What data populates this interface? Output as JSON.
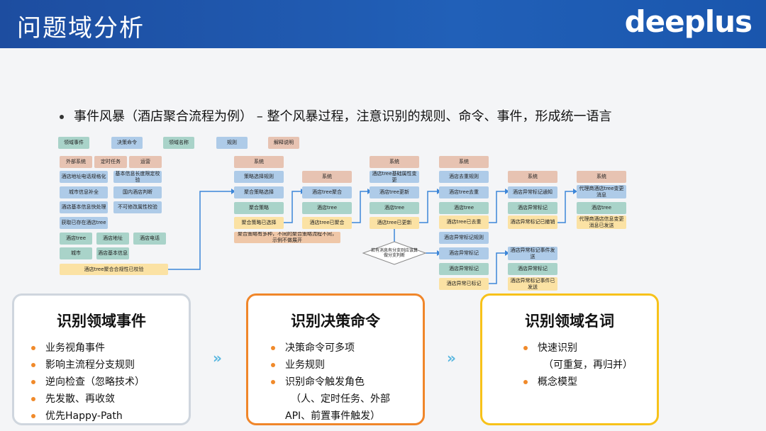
{
  "header": {
    "title": "问题域分析",
    "logo": "deeplus"
  },
  "subtitle": "事件风暴（酒店聚合流程为例） – 整个风暴过程，注意识别的规则、命令、事件，形成统一语言",
  "legend": [
    "领域事件",
    "决策命令",
    "领域名称",
    "规则",
    "解释说明"
  ],
  "left": {
    "actors": [
      "外部系统",
      "定时任务",
      "运营"
    ],
    "rules": [
      "酒店地址电话规格化",
      "基本信息长度限定校验",
      "城市信息补全",
      "国内酒店判断",
      "酒店基本信息快处理",
      "不可修改属性校验",
      "获取已存在酒店tree"
    ],
    "terms": [
      "酒店tree",
      "酒店地址",
      "酒店电话",
      "城市",
      "酒店基本信息"
    ],
    "event": "酒店tree聚合合规性已校验"
  },
  "col1": {
    "actor": "系统",
    "items": [
      "策略选择规则",
      "聚合策略选择",
      "聚合策略",
      "聚合策略已选择"
    ],
    "note": "聚合策略有多种，不同的聚合策略流程不同，示例不做展开"
  },
  "col2": {
    "actor": "系统",
    "items": [
      "酒店tree聚合",
      "酒店tree",
      "酒店tree已聚合"
    ]
  },
  "col3": {
    "actor": "系统",
    "items": [
      "酒店tree基础属性变更",
      "酒店tree更新",
      "酒店tree",
      "酒店tree已更新"
    ],
    "decision": "若有消息有分支则应该算做分支判断"
  },
  "col4": {
    "actor": "系统",
    "items": [
      "酒店去重规则",
      "酒店tree去重",
      "酒店tree",
      "酒店tree已去重",
      "酒店异常标记规则",
      "酒店异常标记",
      "酒店异常标记",
      "酒店异常已标记"
    ]
  },
  "col5": {
    "actor": "系统",
    "items": [
      "酒店异常标记通知",
      "酒店异常标记",
      "酒店异常标记已撤销",
      "酒店异常标记事件发送",
      "酒店异常标记",
      "酒店异常标记事件已发送"
    ]
  },
  "col6": {
    "actor": "系统",
    "items": [
      "代理商酒店tree变更消息",
      "酒店tree",
      "代理商酒店信息变更消息已发送"
    ]
  },
  "cards": [
    {
      "title": "识别领域事件",
      "items": [
        "业务视角事件",
        "影响主流程分支规则",
        "逆向检查（忽略技术）",
        "先发散、再收敛",
        "优先Happy-Path"
      ],
      "color": "#cfd6de"
    },
    {
      "title": "识别决策命令",
      "items": [
        "决策命令可多项",
        "业务规则",
        "识别命令触发角色",
        "（人、定时任务、外部",
        "API、前置事件触发）"
      ],
      "color": "#f0862a"
    },
    {
      "title": "识别领域名词",
      "items": [
        "快速识别",
        "（可重复，再归并）",
        "概念模型"
      ],
      "color": "#f7c21a"
    }
  ],
  "chevrons": [
    "»",
    "»"
  ]
}
